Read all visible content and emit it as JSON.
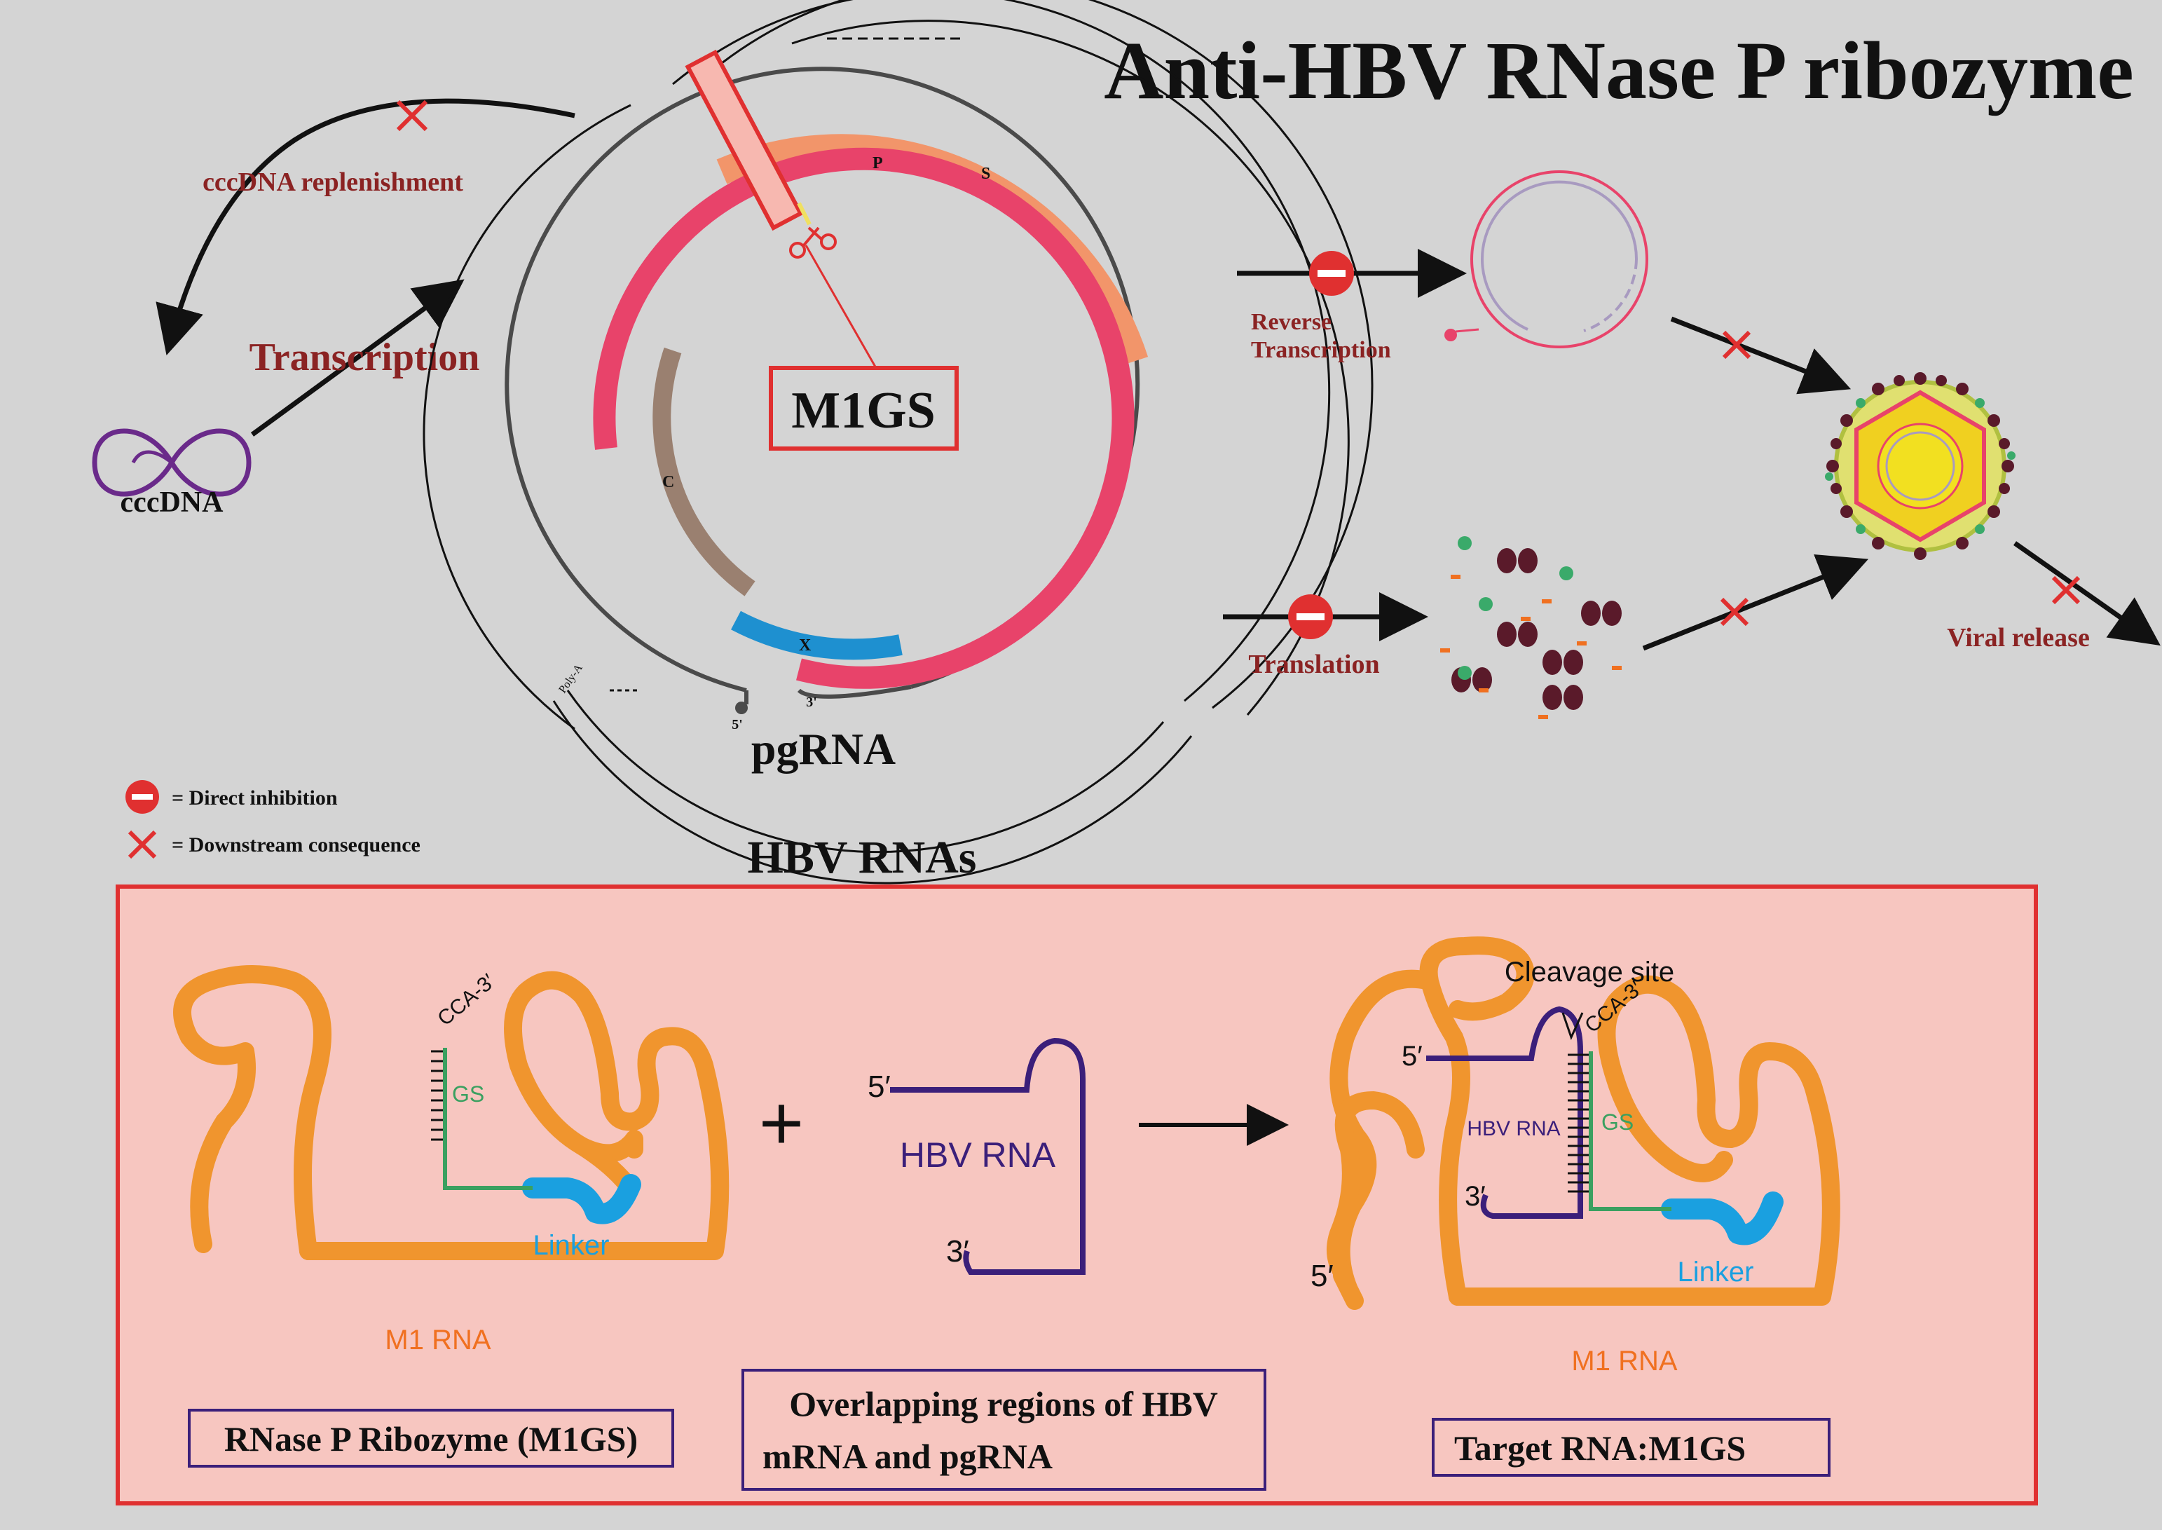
{
  "title": "Anti-HBV RNase P ribozyme",
  "top": {
    "cccdna_replenishment": "cccDNA replenishment",
    "transcription": "Transcription",
    "cccdna": "cccDNA",
    "m1gs": "M1GS",
    "gene_p": "P",
    "gene_s": "S",
    "gene_c": "C",
    "gene_x": "X",
    "five_prime": "5'",
    "three_prime": "3'",
    "poly_a": "Poly-A",
    "pgrna": "pgRNA",
    "hbv_rnas": "HBV RNAs",
    "reverse": "Reverse",
    "transcription_rt": "Transcription",
    "translation": "Translation",
    "viral_release": "Viral release"
  },
  "legend": {
    "direct": "= Direct inhibition",
    "downstream": "= Downstream consequence"
  },
  "panel": {
    "cca": "CCA-3′",
    "gs": "GS",
    "linker": "Linker",
    "m1rna": "M1 RNA",
    "five": "5′",
    "three": "3′",
    "hbv_rna": "HBV RNA",
    "plus": "+",
    "cleavage": "Cleavage site",
    "hbv_rna_small": "HBV RNA",
    "cca2": "CCA-3′",
    "gs2": "GS",
    "linker2": "Linker",
    "m1rna2": "M1 RNA",
    "five2": "5′",
    "five3": "5′",
    "three2": "3′",
    "box1": "RNase P Ribozyme (M1GS)",
    "box2_line1": "Overlapping regions of HBV",
    "box2_line2": "mRNA and pgRNA",
    "box3": "Target RNA:M1GS"
  },
  "colors": {
    "background": "#d4d4d4",
    "dark_red_text": "#8b2323",
    "red": "#e03030",
    "pink_band": "#e8436a",
    "orange_band": "#f2956a",
    "brown_band": "#9a8070",
    "blue_band": "#1e90d0",
    "ribozyme_orange": "#f0952e",
    "linker_blue": "#1aa0e0",
    "gs_green": "#3aa060",
    "purple": "#3b1f7a",
    "panel_bg": "#f7c6c0"
  }
}
